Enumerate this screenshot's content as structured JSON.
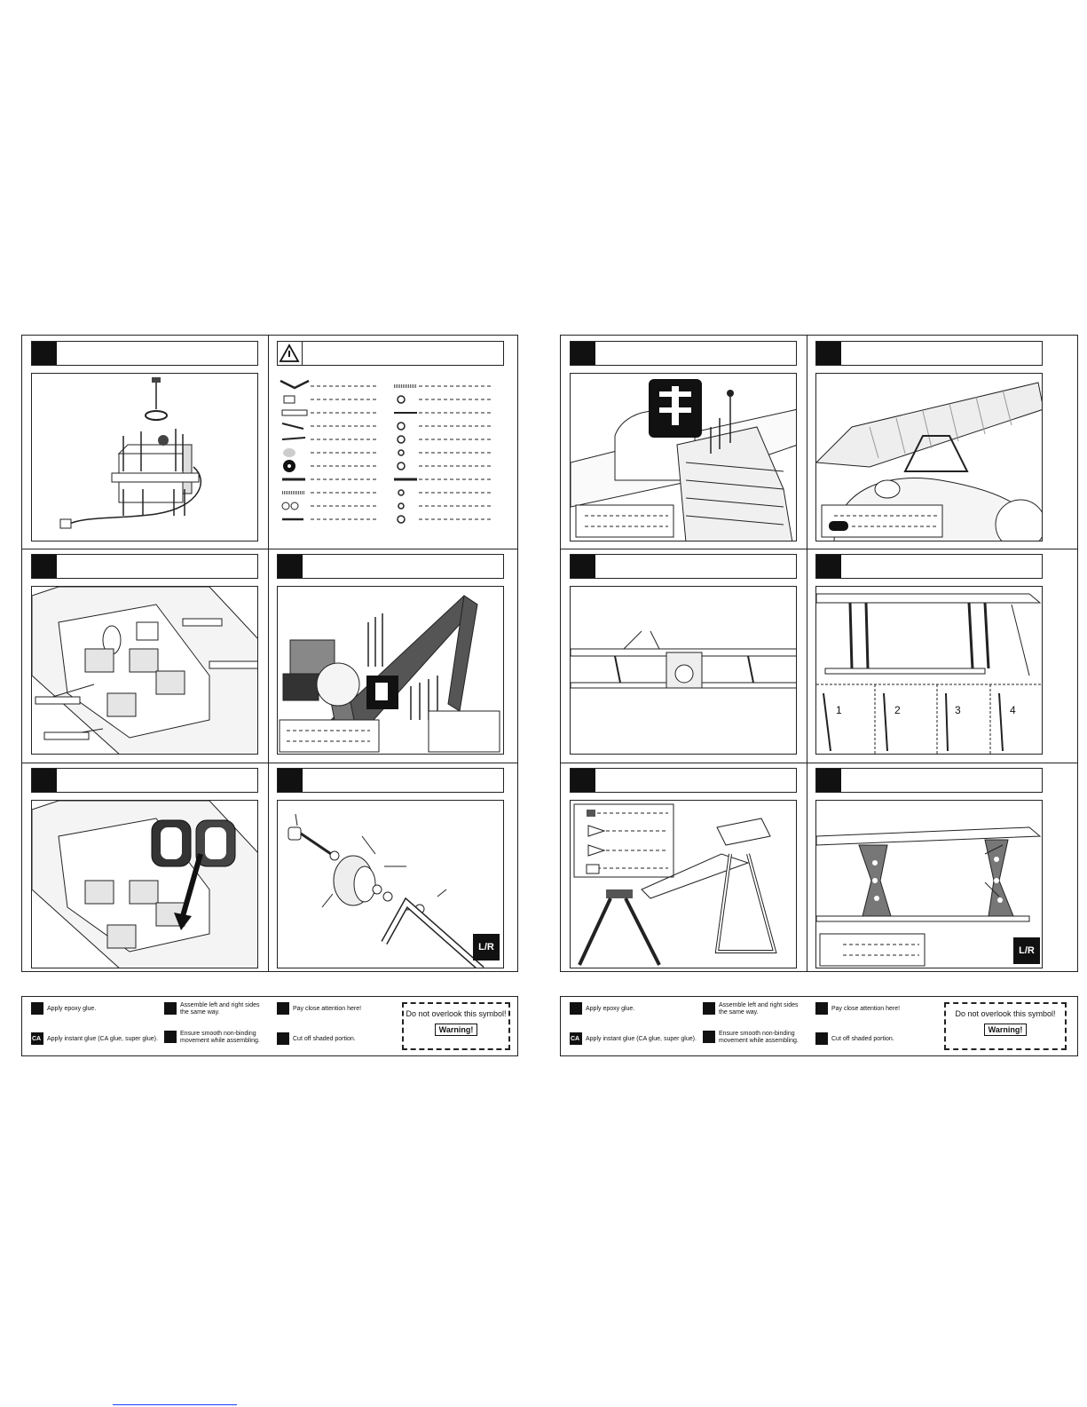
{
  "legend": {
    "epoxy": "Apply epoxy glue.",
    "instant": "Apply instant glue (CA glue, super glue).",
    "lr_same": "Assemble left and right sides the same way.",
    "smooth": "Ensure smooth non-binding movement while assembling.",
    "attention": "Pay close attention here!",
    "cut": "Cut off shaded portion.",
    "notice": "Do not overlook this symbol!",
    "warning": "Warning!",
    "ca_label": "CA"
  },
  "left_sheet": {
    "lr_badge": "L/R"
  },
  "right_sheet": {
    "strut_steps": [
      "1",
      "2",
      "3",
      "4"
    ],
    "lr_badge": "L/R"
  },
  "icons": [
    "warning-triangle-icon",
    "epoxy-icon",
    "ca-glue-icon",
    "lr-icon",
    "smooth-movement-icon",
    "attention-hand-icon",
    "cut-icon"
  ]
}
